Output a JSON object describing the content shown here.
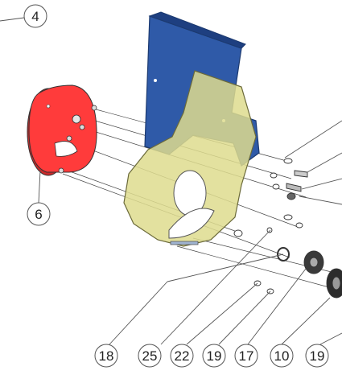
{
  "diagram": {
    "callouts": [
      {
        "id": "c4",
        "label": "4"
      },
      {
        "id": "c6",
        "label": "6"
      },
      {
        "id": "c18",
        "label": "18"
      },
      {
        "id": "c25",
        "label": "25"
      },
      {
        "id": "c22",
        "label": "22"
      },
      {
        "id": "c19a",
        "label": "19"
      },
      {
        "id": "c17",
        "label": "17"
      },
      {
        "id": "c10",
        "label": "10"
      },
      {
        "id": "c19b",
        "label": "19"
      }
    ],
    "colors": {
      "red_disc": "#ff3b3b",
      "blue_plate": "#2f5aa8",
      "yellow_housing": "#dedc8e",
      "outline": "#333333",
      "callout_line": "#555555"
    }
  }
}
